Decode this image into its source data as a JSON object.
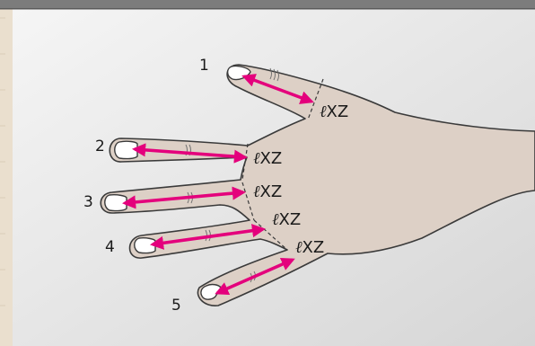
{
  "colors": {
    "skin": "#ddd0c6",
    "outline": "#3a3a3a",
    "arrow": "#e4007c",
    "background_light": "#f5f5f5",
    "background_dark": "#d8d8d8",
    "top_bar": "#7c7c7c",
    "left_stripe": "#eadfce"
  },
  "fingers": [
    {
      "number": "1",
      "label_prefix": "ℓ",
      "label_suffix": "XZ"
    },
    {
      "number": "2",
      "label_prefix": "ℓ",
      "label_suffix": "XZ"
    },
    {
      "number": "3",
      "label_prefix": "ℓ",
      "label_suffix": "XZ"
    },
    {
      "number": "4",
      "label_prefix": "ℓ",
      "label_suffix": "XZ"
    },
    {
      "number": "5",
      "label_prefix": "ℓ",
      "label_suffix": "XZ"
    }
  ]
}
